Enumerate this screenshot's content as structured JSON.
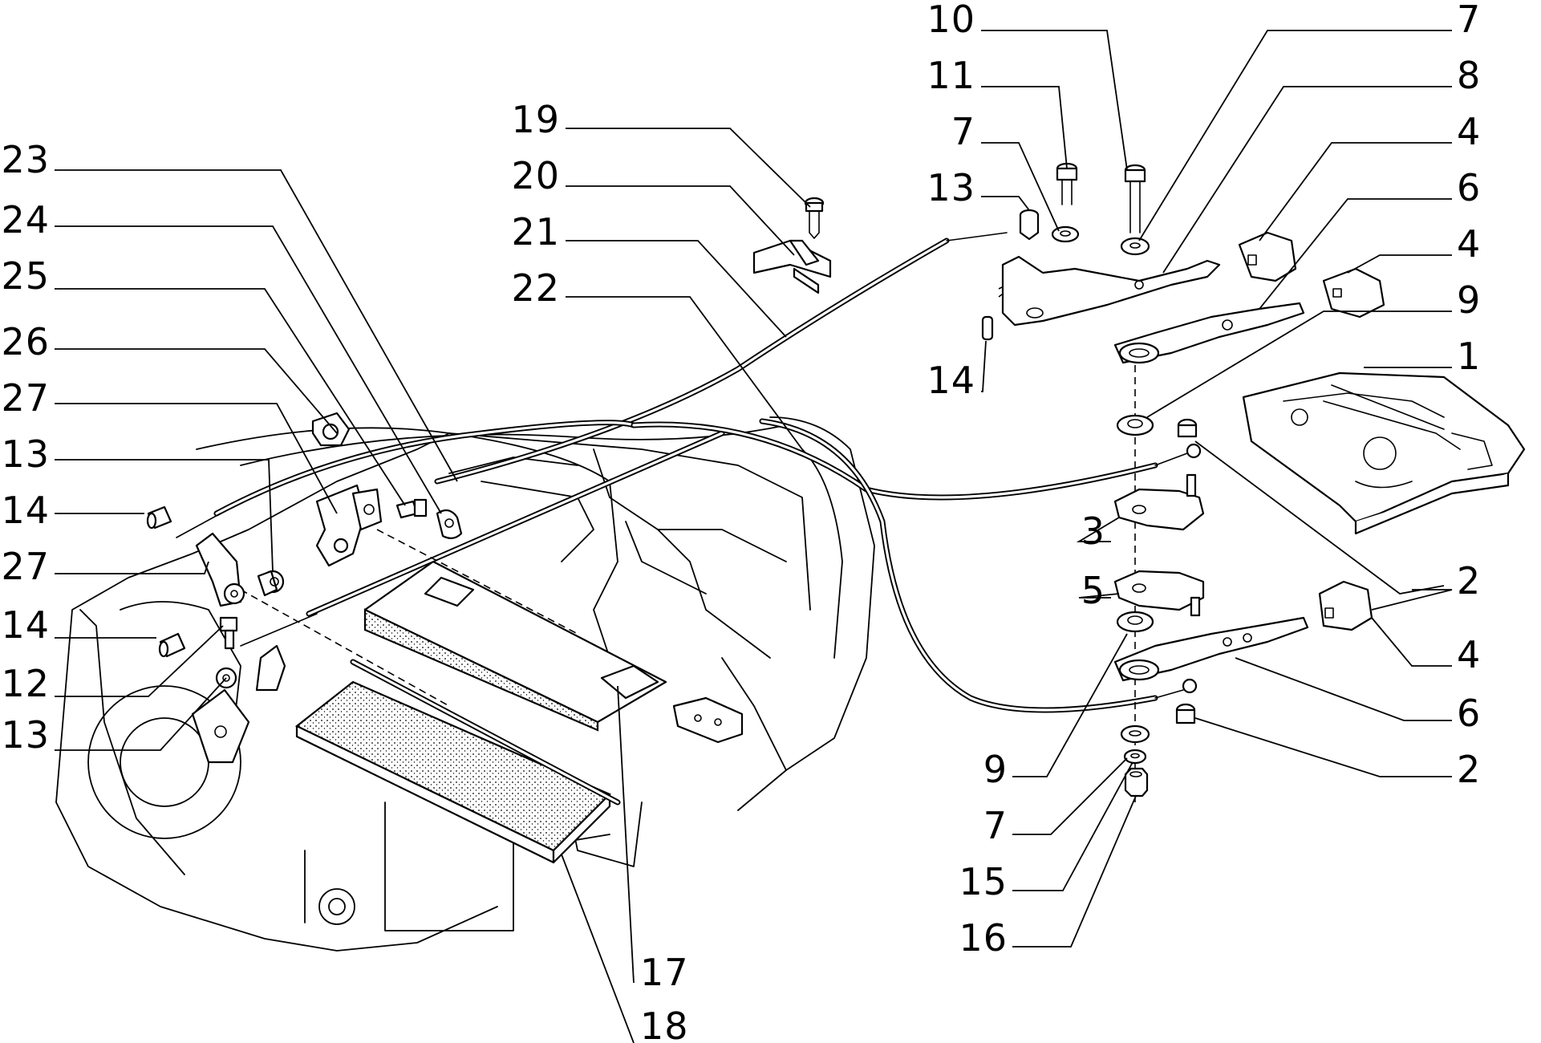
{
  "labels": {
    "l1": "1",
    "l2a": "2",
    "l2b": "2",
    "l3": "3",
    "l4a": "4",
    "l4b": "4",
    "l4c": "4",
    "l5": "5",
    "l6a": "6",
    "l6b": "6",
    "l7a": "7",
    "l7b": "7",
    "l7c": "7",
    "l8": "8",
    "l9a": "9",
    "l9b": "9",
    "l10": "10",
    "l11": "11",
    "l12": "12",
    "l13a": "13",
    "l13b": "13",
    "l13c": "13",
    "l14a": "14",
    "l14b": "14",
    "l14c": "14",
    "l15": "15",
    "l16": "16",
    "l17": "17",
    "l18": "18",
    "l19": "19",
    "l20": "20",
    "l21": "21",
    "l22": "22",
    "l23": "23",
    "l24": "24",
    "l25": "25",
    "l26": "26",
    "l27a": "27",
    "l27b": "27"
  }
}
